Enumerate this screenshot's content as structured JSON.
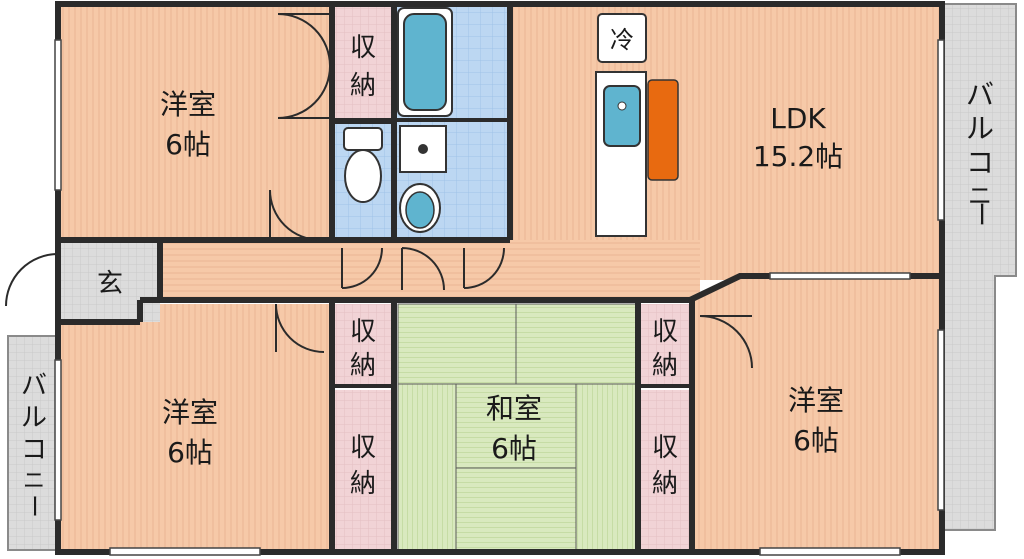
{
  "rooms": {
    "western_top": {
      "name": "洋室",
      "size": "6帖"
    },
    "ldk": {
      "name": "LDK",
      "size": "15.2帖"
    },
    "western_bottom_left": {
      "name": "洋室",
      "size": "6帖"
    },
    "japanese": {
      "name": "和室",
      "size": "6帖"
    },
    "western_bottom_right": {
      "name": "洋室",
      "size": "6帖"
    },
    "entrance": {
      "name": "玄"
    }
  },
  "storage": {
    "top": [
      "収",
      "納"
    ],
    "mid_left": [
      "収",
      "納"
    ],
    "low_left": [
      "収",
      "納"
    ],
    "mid_right": [
      "収",
      "納"
    ],
    "low_right": [
      "収",
      "納"
    ]
  },
  "fixtures": {
    "fridge": "冷"
  },
  "balconies": {
    "right": [
      "バ",
      "ル",
      "コ",
      "ニ",
      "ー"
    ],
    "left": [
      "バ",
      "ル",
      "コ",
      "ニ",
      "ー"
    ]
  },
  "colors": {
    "room_floor": "#f6c9a8",
    "storage": "#f1d3d6",
    "tatami": "#d9e9bf",
    "wet_area": "#bcd7f2",
    "balcony": "#dcdcdc",
    "wall": "#2b2b2b",
    "bathtub": "#5fb4cf",
    "counter": "#e86a10"
  }
}
